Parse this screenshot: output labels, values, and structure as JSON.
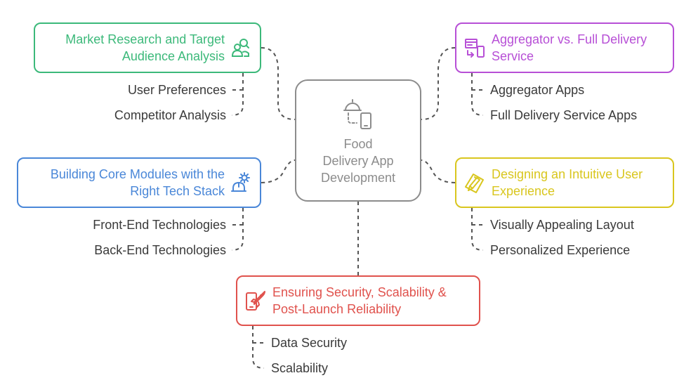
{
  "center": {
    "title_lines": [
      "Food",
      "Delivery App",
      "Development"
    ],
    "icon": "food-cloche-phone-icon",
    "color": "#8c8c8c"
  },
  "topics": {
    "market": {
      "title_lines": [
        "Market Research and Target",
        "Audience Analysis"
      ],
      "color": "#3cb97a",
      "icon": "user-search-icon",
      "items": [
        "User Preferences",
        "Competitor Analysis"
      ]
    },
    "aggregator": {
      "title_lines": [
        "Aggregator vs. Full Delivery",
        "Service"
      ],
      "color": "#b74fd6",
      "icon": "web-to-mobile-icon",
      "items": [
        "Aggregator Apps",
        "Full Delivery Service Apps"
      ]
    },
    "core": {
      "title_lines": [
        "Building Core Modules with the",
        "Right Tech Stack"
      ],
      "color": "#4a87d8",
      "icon": "gear-hardhat-icon",
      "items": [
        "Front-End Technologies",
        "Back-End Technologies"
      ]
    },
    "design": {
      "title_lines": [
        "Designing an Intuitive User",
        "Experience"
      ],
      "color": "#d9c61e",
      "icon": "design-pencil-icon",
      "items": [
        "Visually Appealing Layout",
        "Personalized Experience"
      ]
    },
    "security": {
      "title_lines": [
        "Ensuring Security, Scalability &",
        "Post-Launch Reliability"
      ],
      "color": "#e0524d",
      "icon": "mobile-rocket-icon",
      "items": [
        "Data Security",
        "Scalability"
      ]
    }
  }
}
